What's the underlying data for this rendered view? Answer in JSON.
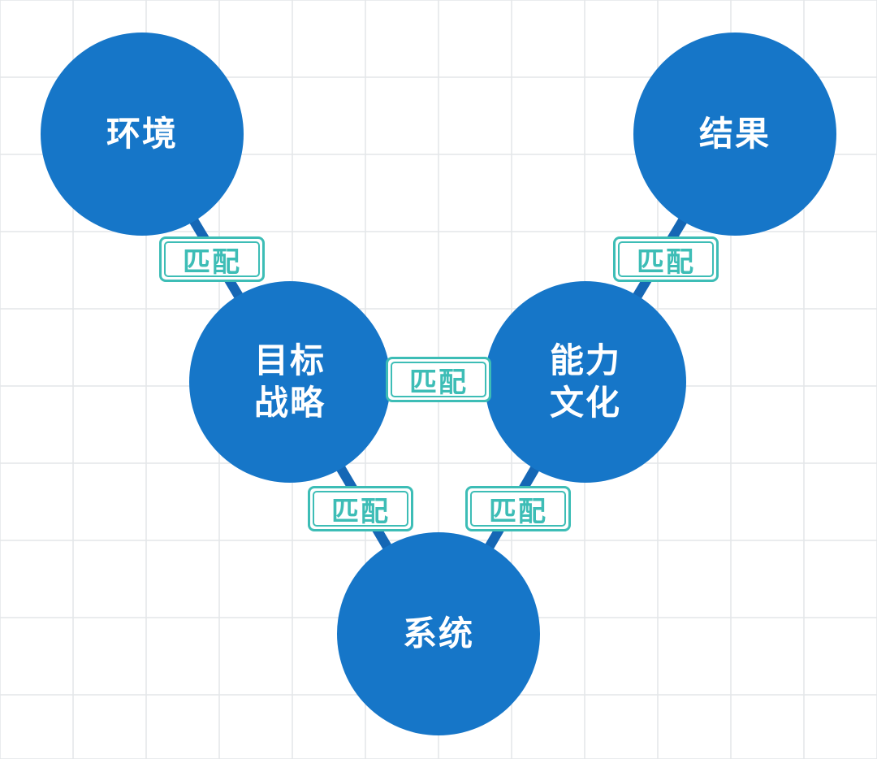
{
  "colors": {
    "node_fill": "#1676C8",
    "connector": "#1567B5",
    "match_badge": "#3DBDB6",
    "grid": "#E3E6E9"
  },
  "nodes": {
    "environment": {
      "label": "环境"
    },
    "goal_strategy": {
      "label": "目标\n战略"
    },
    "system": {
      "label": "系统"
    },
    "capability_culture": {
      "label": "能力\n文化"
    },
    "result": {
      "label": "结果"
    }
  },
  "links": [
    {
      "from": "environment",
      "to": "goal_strategy",
      "badge": "匹配"
    },
    {
      "from": "goal_strategy",
      "to": "capability_culture",
      "badge": "匹配"
    },
    {
      "from": "goal_strategy",
      "to": "system",
      "badge": "匹配"
    },
    {
      "from": "capability_culture",
      "to": "system",
      "badge": "匹配"
    },
    {
      "from": "capability_culture",
      "to": "result",
      "badge": "匹配"
    }
  ]
}
